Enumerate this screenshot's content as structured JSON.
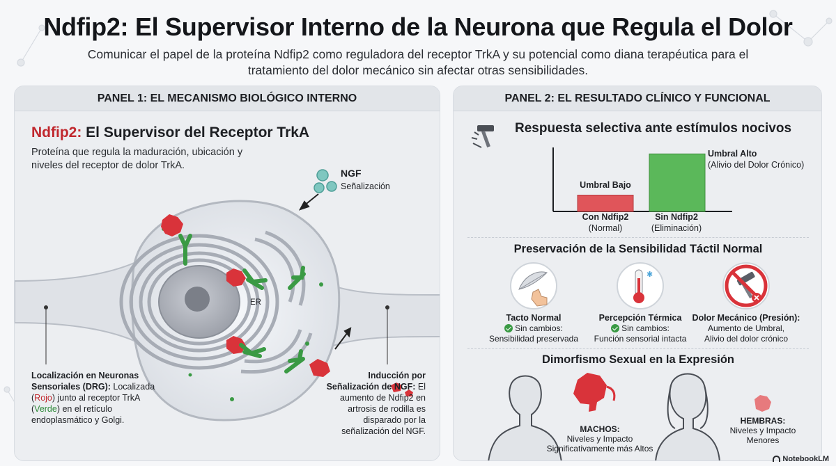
{
  "header": {
    "title": "Ndfip2: El Supervisor Interno de la Neurona que Regula el Dolor",
    "subtitle": "Comunicar el papel de la proteína Ndfip2 como reguladora del receptor TrkA y su potencial como diana terapéutica para el tratamiento del dolor mecánico sin afectar otras sensibilidades."
  },
  "panel1": {
    "header": "PANEL 1: EL MECANISMO BIOLÓGICO INTERNO",
    "heading_red": "Ndfip2:",
    "heading_rest": " El Supervisor del Receptor TrkA",
    "description": "Proteína que regula la maduración, ubicación y niveles del receptor de dolor TrkA.",
    "ngf_label": "NGF",
    "ngf_sub": "Señalización",
    "er_label": "ER",
    "localization": {
      "title": "Localización en Neuronas Sensoriales (DRG):",
      "t1": " Localizada (",
      "red_word": "Rojo",
      "t2": ") junto al receptor TrkA (",
      "green_word": "Verde",
      "t3": ") en el retículo endoplasmático y Golgi."
    },
    "induction": {
      "title": "Inducción por Señalización de NGF:",
      "text": " El aumento de Ndfip2 en artrosis de rodilla es disparado por la señalización del NGF."
    }
  },
  "panel2": {
    "header": "PANEL 2: EL RESULTADO CLÍNICO Y FUNCIONAL",
    "chart_title": "Respuesta selectiva ante estímulos nocivos",
    "sens_title": "Preservación de la Sensibilidad Táctil Normal",
    "sensations": [
      {
        "title": "Tacto Normal",
        "line1": "Sin cambios:",
        "line2": "Sensibilidad preservada",
        "icon": "feather-hand-icon"
      },
      {
        "title": "Percepción Térmica",
        "line1": "Sin cambios:",
        "line2": "Función sensorial intacta",
        "icon": "thermometer-icon"
      },
      {
        "title": "Dolor Mecánico (Presión):",
        "line1": "Aumento de Umbral,",
        "line2": "Alivio del dolor crónico",
        "icon": "hammer-prohibited-icon"
      }
    ],
    "dim_title": "Dimorfismo Sexual en la Expresión",
    "male": {
      "title": "MACHOS:",
      "line1": "Niveles y Impacto",
      "line2": "Significativamente más Altos"
    },
    "female": {
      "title": "HEMBRAS:",
      "line1": "Niveles y Impacto",
      "line2": "Menores"
    }
  },
  "chart_data": {
    "type": "bar",
    "title": "Respuesta selectiva ante estímulos nocivos",
    "categories": [
      "Con Ndfip2",
      "Sin Ndfip2"
    ],
    "category_sublabels": [
      "(Normal)",
      "(Eliminación)"
    ],
    "bar_labels": [
      "Umbral Bajo",
      "Umbral Alto"
    ],
    "bar_sublabels": [
      "",
      "(Alivio del Dolor Crónico)"
    ],
    "values": [
      0.25,
      0.88
    ],
    "colors": [
      "#e0555a",
      "#5bb85a"
    ],
    "ylim": [
      0,
      1
    ]
  },
  "brand": "NotebookLM"
}
